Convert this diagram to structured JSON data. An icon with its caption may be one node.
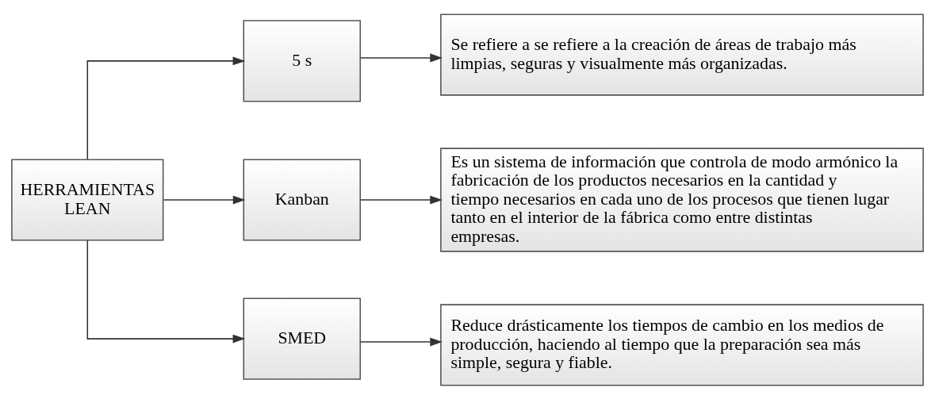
{
  "diagram": {
    "nodes": [
      {
        "text": [
          "HERRAMIENTAS LEAN"
        ]
      },
      {
        "text": [
          "5 s"
        ]
      },
      {
        "text": [
          "Kanban"
        ]
      },
      {
        "text": [
          "SMED"
        ]
      },
      {
        "text": [
          "Se refiere a se refiere a la creación de áreas de trabajo más limpias, seguras y visualmente más organizadas."
        ]
      },
      {
        "text": [
          "Es un sistema de información que controla de modo armónico la fabricación de los productos necesarios en la cantidad y tiempo necesarios en cada uno de los procesos que tienen lugar tanto en el interior de la fábrica como entre distintas empresas."
        ]
      },
      {
        "text": [
          "Reduce drásticamente los tiempos de cambio en los medios de producción, haciendo al tiempo que la preparación sea más simple, segura y fiable."
        ]
      }
    ],
    "edges": [
      {
        "from": 0,
        "to": 1,
        "arrow": "to"
      },
      {
        "from": 0,
        "to": 2,
        "arrow": "to"
      },
      {
        "from": 0,
        "to": 3,
        "arrow": "to"
      },
      {
        "from": 1,
        "to": 4,
        "arrow": "to"
      },
      {
        "from": 2,
        "to": 5,
        "arrow": "to"
      },
      {
        "from": 3,
        "to": 6,
        "arrow": "to"
      }
    ]
  }
}
